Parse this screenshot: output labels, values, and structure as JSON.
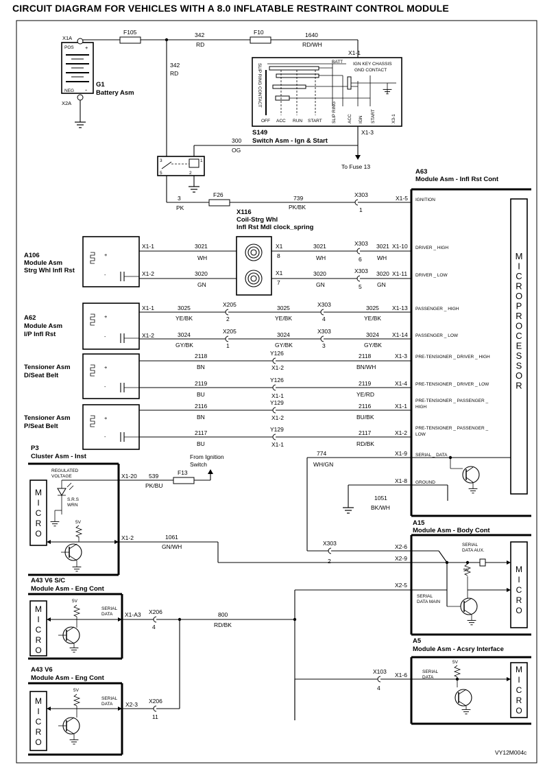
{
  "title": "CIRCUIT DIAGRAM FOR VEHICLES WITH A 8.0 INFLATABLE RESTRAINT CONTROL MODULE",
  "figure_id": "VY12M004c",
  "battery": {
    "ref": "G1",
    "name": "Battery Asm",
    "pos_term": "X1A",
    "neg_term": "X2A",
    "pos": "POS",
    "neg": "NEG",
    "plus": "+",
    "minus": "-"
  },
  "fuses": {
    "f105": "F105",
    "f10": "F10",
    "f26": "F26",
    "f13": "F13"
  },
  "top_wires": {
    "w342a": "342",
    "rd_a": "RD",
    "w342b": "342",
    "rd_b": "RD",
    "w1640": "1640",
    "rdwh": "RD/WH",
    "x1_1": "X1-1",
    "x1_3": "X1-3",
    "to_fuse": "To Fuse 13"
  },
  "ign_switch": {
    "ref": "S149",
    "name": "Switch Asm - Ign & Start",
    "slip": "SLIP RING CONTACT",
    "batt": "BATT",
    "ign_key": "IGN KEY CHASSIS",
    "gnd": "GND CONTACT",
    "positions": [
      "OFF",
      "ACC",
      "RUN",
      "START"
    ],
    "slip_ring": "SLIP RING",
    "acc": "ACC",
    "ign": "IGN",
    "start": "START",
    "x3_1": "X3-1"
  },
  "relay": {
    "w300": "300",
    "og": "OG",
    "p3": "3",
    "pk": "PK",
    "pin3": "3",
    "pin5": "5",
    "pin1": "1",
    "pin2": "2"
  },
  "ignition_wire": {
    "w739": "739",
    "pkbk": "PK/BK",
    "x303": "X303",
    "pin": "1",
    "term": "X1-5",
    "label": "IGNITION"
  },
  "clock_spring": {
    "ref": "X116",
    "name1": "Coil-Strg Whl",
    "name2": "Infl Rst Mdl clock_spring",
    "x1a": "X1",
    "pa": "8",
    "x1b": "X1",
    "pb": "7"
  },
  "a106": {
    "ref": "A106",
    "name1": "Module Asm",
    "name2": "Strg Whl Infl Rst",
    "t1": "X1-1",
    "t2": "X1-2",
    "plus": "+",
    "minus": "-",
    "w1": "3021",
    "c1": "WH",
    "w2": "3020",
    "c2": "GN"
  },
  "driver_rows": [
    {
      "mid_w": "3021",
      "mid_c": "WH",
      "conn": "X303",
      "pin": "6",
      "end_w": "3021",
      "end_c": "WH",
      "term": "X1-10",
      "label": "DRIVER _ HIGH"
    },
    {
      "mid_w": "3020",
      "mid_c": "GN",
      "conn": "X303",
      "pin": "5",
      "end_w": "3020",
      "end_c": "GN",
      "term": "X1-11",
      "label": "DRIVER _ LOW"
    }
  ],
  "a62": {
    "ref": "A62",
    "name1": "Module Asm",
    "name2": "I/P Infl Rst",
    "t1": "X1-1",
    "t2": "X1-2",
    "plus": "+",
    "minus": "-"
  },
  "passenger_rows": [
    {
      "w1": "3025",
      "c1": "YE/BK",
      "c2conn": "X205",
      "c2pin": "2",
      "w2": "3025",
      "c2": "YE/BK",
      "c3conn": "X303",
      "c3pin": "4",
      "w3": "3025",
      "c3": "YE/BK",
      "term": "X1-13",
      "label": "PASSENGER _ HIGH"
    },
    {
      "w1": "3024",
      "c1": "GY/BK",
      "c2conn": "X205",
      "c2pin": "1",
      "w2": "3024",
      "c2": "GY/BK",
      "c3conn": "X303",
      "c3pin": "3",
      "w3": "3024",
      "c3": "GY/BK",
      "term": "X1-14",
      "label": "PASSENGER _ LOW"
    }
  ],
  "tens_d": {
    "name1": "Tensioner Asm",
    "name2": "D/Seat Belt",
    "plus": "+",
    "minus": "-"
  },
  "tens_p": {
    "name1": "Tensioner Asm",
    "name2": "P/Seat Belt",
    "plus": "+",
    "minus": "-"
  },
  "pre_rows": [
    {
      "w1": "2118",
      "c1": "BN",
      "conn": "Y126",
      "pin": "X1-2",
      "w2": "2118",
      "c2": "BN/WH",
      "term": "X1-3",
      "label": "PRE-TENSIONER _ DRIVER _ HIGH"
    },
    {
      "w1": "2119",
      "c1": "BU",
      "conn": "Y126",
      "pin": "X1-1",
      "w2": "2119",
      "c2": "YE/RD",
      "term": "X1-4",
      "label": "PRE-TENSIONER _ DRIVER _ LOW"
    },
    {
      "w1": "2116",
      "c1": "BN",
      "conn": "Y129",
      "pin": "X1-2",
      "w2": "2116",
      "c2": "BU/BK",
      "term": "X1-1",
      "label1": "PRE-TENSIONER _ PASSENGER _",
      "label2": "HIGH"
    },
    {
      "w1": "2117",
      "c1": "BU",
      "conn": "Y129",
      "pin": "X1-1",
      "w2": "2117",
      "c2": "RD/BK",
      "term": "X1-2",
      "label1": "PRE-TENSIONER _ PASSENGER _",
      "label2": "LOW"
    }
  ],
  "a63": {
    "ref": "A63",
    "name": "Module Asm - Infl Rst Cont",
    "micro": "MICROPROCESSOR",
    "serial_w": "774",
    "serial_c": "WH/GN",
    "serial_term": "X1-9",
    "serial_label": "SERIAL _ DATA",
    "gnd_term": "X1-8",
    "gnd_label": "GROUND",
    "gnd_w": "1051",
    "gnd_c": "BK/WH"
  },
  "p3": {
    "ref": "P3",
    "name": "Cluster Asm - Inst",
    "micro": "MICRO",
    "reg1": "REGULATED",
    "reg2": "VOLTAGE",
    "srs1": "S.R.S",
    "srs2": "WRN",
    "v5": "5V",
    "t1": "X1-20",
    "w539": "539",
    "pkbu": "PK/BU",
    "from1": "From Ignition",
    "from2": "Switch",
    "t2": "X1-2",
    "w1061": "1061",
    "gnwh": "GN/WH"
  },
  "a15": {
    "ref": "A15",
    "name": "Module Asm - Body Cont",
    "micro": "MICRO",
    "x303": "X303",
    "pin": "2",
    "t6": "X2-6",
    "t9": "X2-9",
    "t5": "X2-5",
    "aux1": "SERIAL",
    "aux2": "DATA AUX.",
    "main1": "SERIAL",
    "main2": "DATA MAIN",
    "v5": "5V"
  },
  "a43sc": {
    "ref": "A43 V6 S/C",
    "name": "Module Asm - Eng Cont",
    "micro": "MICRO",
    "v5": "5V",
    "sd1": "SERIAL",
    "sd2": "DATA",
    "term": "X1-A3",
    "conn": "X206",
    "pin": "4",
    "w800": "800",
    "rdbk": "RD/BK"
  },
  "a43": {
    "ref": "A43 V6",
    "name": "Module Asm - Eng Cont",
    "micro": "MICRO",
    "v5": "5V",
    "sd1": "SERIAL",
    "sd2": "DATA",
    "term": "X2-3",
    "conn": "X206",
    "pin": "11"
  },
  "a5": {
    "ref": "A5",
    "name": "Module Asm - Acsry Interface",
    "micro": "MICRO",
    "v5": "5V",
    "sd1": "SERIAL",
    "sd2": "DATA",
    "conn": "X103",
    "pin": "4",
    "term": "X1-6"
  }
}
